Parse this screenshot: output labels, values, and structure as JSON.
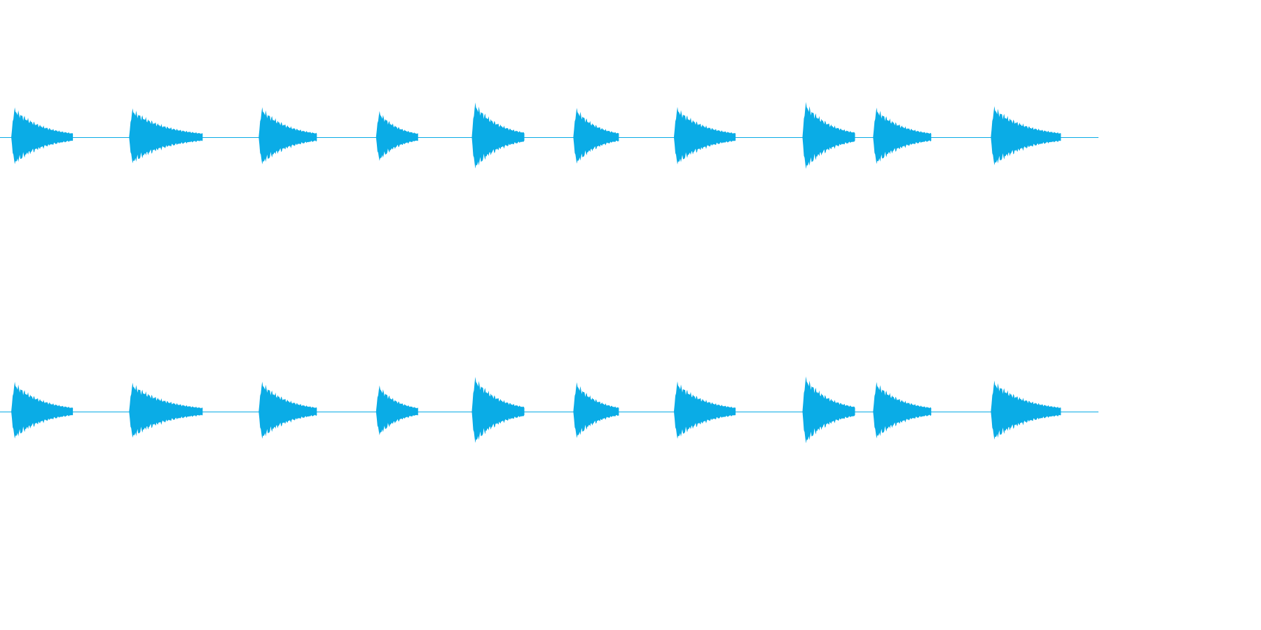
{
  "colors": {
    "background": "#ffffff",
    "waveform": "#0aace6"
  },
  "channels": [
    {
      "name": "left-channel"
    },
    {
      "name": "right-channel"
    }
  ],
  "hits": [
    {
      "time": 0.0077,
      "amplitude": 0.8,
      "decay": 0.035
    },
    {
      "time": 0.115,
      "amplitude": 0.76,
      "decay": 0.042
    },
    {
      "time": 0.233,
      "amplitude": 0.81,
      "decay": 0.033
    },
    {
      "time": 0.3398,
      "amplitude": 0.74,
      "decay": 0.024
    },
    {
      "time": 0.427,
      "amplitude": 0.95,
      "decay": 0.03
    },
    {
      "time": 0.5194,
      "amplitude": 0.82,
      "decay": 0.026
    },
    {
      "time": 0.611,
      "amplitude": 0.81,
      "decay": 0.035
    },
    {
      "time": 0.728,
      "amplitude": 0.96,
      "decay": 0.03
    },
    {
      "time": 0.7923,
      "amplitude": 0.8,
      "decay": 0.033
    },
    {
      "time": 0.8995,
      "amplitude": 0.82,
      "decay": 0.04
    }
  ]
}
